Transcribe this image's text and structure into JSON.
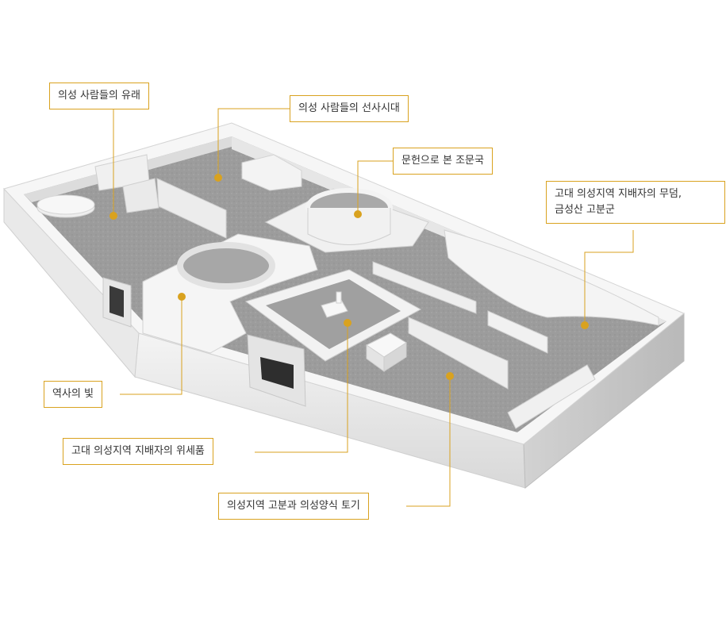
{
  "accent_color": "#d9a21f",
  "floor_plan": {
    "labels": [
      {
        "id": "origin",
        "lines": [
          "의성 사람들의 유래"
        ]
      },
      {
        "id": "prehistoric",
        "lines": [
          "의성 사람들의 선사시대"
        ]
      },
      {
        "id": "jomunguk",
        "lines": [
          "문헌으로 본 조문국"
        ]
      },
      {
        "id": "ruler-tombs",
        "lines": [
          "고대 의성지역 지배자의 무덤,",
          "금성산 고분군"
        ]
      },
      {
        "id": "light",
        "lines": [
          "역사의 빛"
        ]
      },
      {
        "id": "regalia",
        "lines": [
          "고대 의성지역 지배자의 위세품"
        ]
      },
      {
        "id": "pottery",
        "lines": [
          "의성지역 고분과 의성양식 토기"
        ]
      }
    ]
  }
}
